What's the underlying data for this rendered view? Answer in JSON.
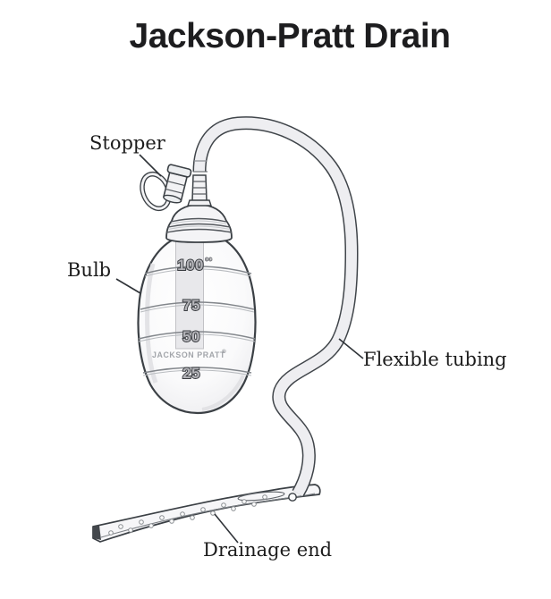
{
  "title": "Jackson-Pratt Drain",
  "labels": {
    "stopper": "Stopper",
    "bulb": "Bulb",
    "flexible_tubing": "Flexible tubing",
    "drainage_end": "Drainage end"
  },
  "measurements": {
    "values": [
      "100",
      "75",
      "50",
      "25"
    ],
    "unit": "cc"
  },
  "brand": {
    "name": "JACKSON PRATT",
    "registered": "®"
  },
  "colors": {
    "background": "#ffffff",
    "outline": "#3b4045",
    "tube_fill": "#eeeef1",
    "bulb_fill_center": "#ffffff",
    "bulb_fill_edge": "#ebebee",
    "strip_fill": "#e8e8eb",
    "graduation_line": "#83878c",
    "number_fill": "#b3b3b8",
    "brand_text": "#a2a5aa",
    "label_text": "#1c1c1c",
    "title_text": "#1d1d1f"
  }
}
